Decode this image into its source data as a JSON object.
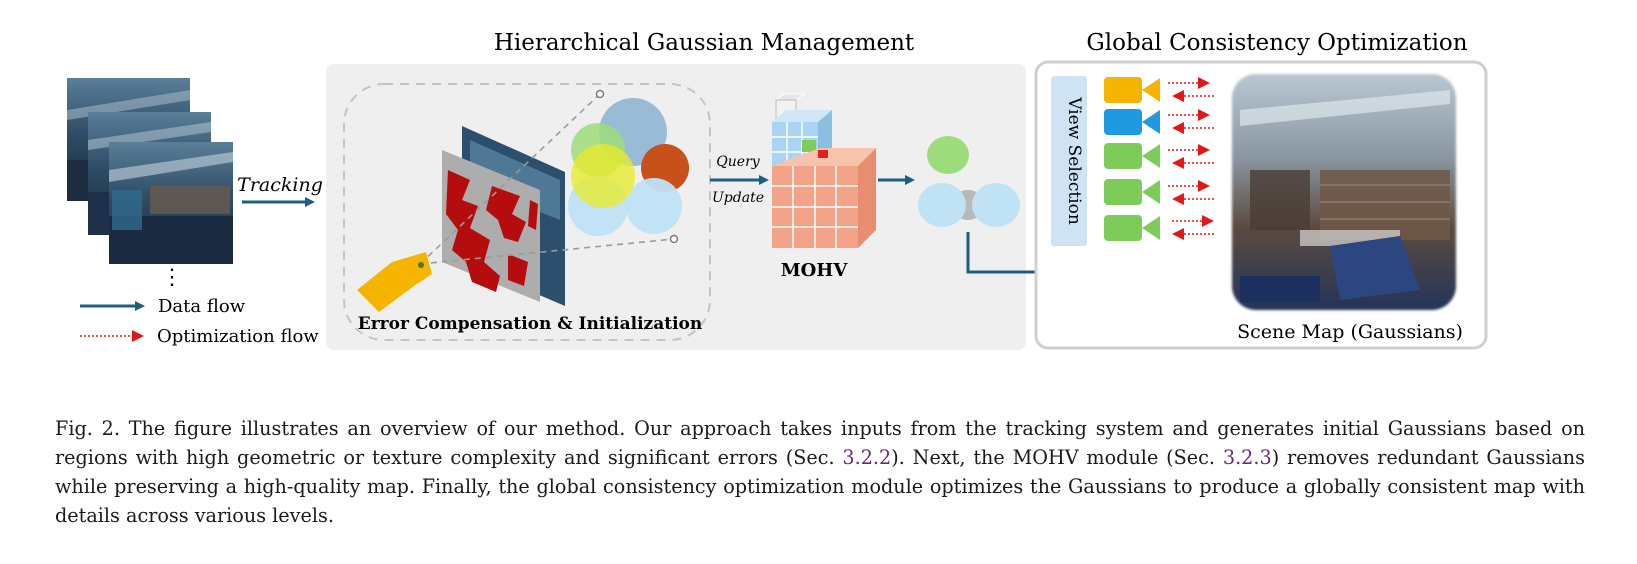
{
  "sections": {
    "hgm_title": "Hierarchical Gaussian Management",
    "gco_title": "Global Consistency Optimization"
  },
  "labels": {
    "tracking": "Tracking",
    "query": "Query",
    "update": "Update",
    "mohv": "MOHV",
    "error_comp": "Error Compensation & Initialization",
    "view_selection": "View Selection",
    "scene_map": "Scene Map (Gaussians)",
    "frames_ellipsis": "⋮"
  },
  "legend": {
    "data_flow": "Data flow",
    "optimization_flow": "Optimization flow"
  },
  "colors": {
    "data_flow": "#1f5e7e",
    "optimization_flow": "#e01818",
    "panel_gray": "#efefef",
    "camera_yellow": "#f5b400",
    "camera_blue": "#1e9be0",
    "camera_green": "#7dcc5a",
    "voxel_orange": "#f3a488",
    "voxel_blue": "#a9d4f2",
    "citation": "#6b2a7a"
  },
  "caption": {
    "p1": "Fig. 2.  The figure illustrates an overview of our method. Our approach takes inputs from the tracking system and generates initial Gaussians based on regions with high geometric or texture complexity and significant errors (Sec. ",
    "ref1": "3.2.2",
    "p2": "). Next, the MOHV module (Sec. ",
    "ref2": "3.2.3",
    "p3": ") removes redundant Gaussians while preserving a high-quality map. Finally, the global consistency optimization module optimizes the Gaussians to produce a globally consistent map with details across various levels."
  }
}
